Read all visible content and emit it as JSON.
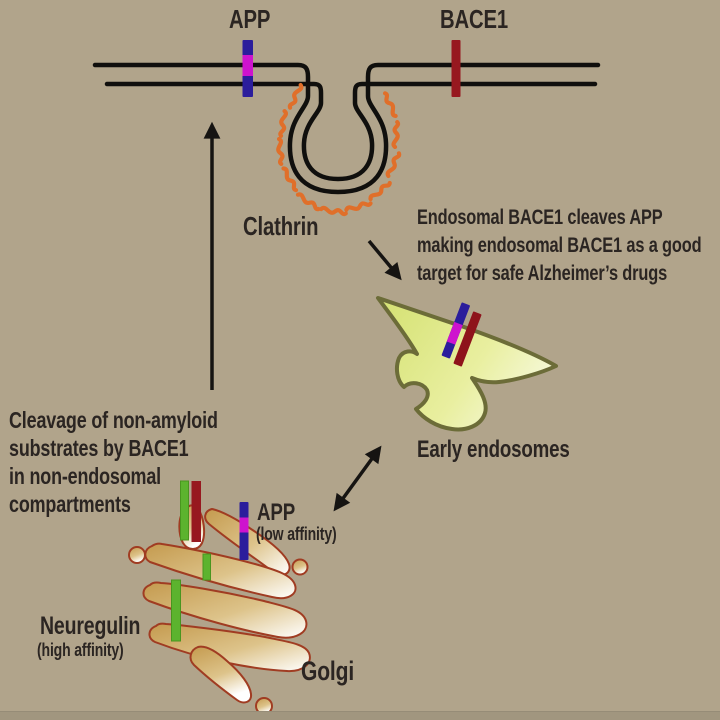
{
  "figure": {
    "description": "Diagram of BACE1 and APP trafficking between plasma membrane, early endosomes and Golgi"
  },
  "colors": {
    "background": "#b1a48b",
    "text": "#2b2522",
    "membrane_line": "#100f0d",
    "clathrin_orange": "#e06f2a",
    "app_blue": "#2b1d9c",
    "app_magenta": "#ce13ce",
    "bace1_dark_red": "#97181f",
    "neuregulin_green": "#5cb32e",
    "endosome_fill": "#d7e378",
    "endosome_outline": "#6c6c38",
    "golgi_fill": "#c49a4e",
    "golgi_outline": "#a03c22"
  },
  "membrane_region": {
    "app_label": "APP",
    "bace1_label": "BACE1",
    "clathrin_label": "Clathrin"
  },
  "notes": {
    "endosomal": {
      "lines": [
        "Endosomal BACE1 cleaves APP",
        "making endosomal BACE1 as a good",
        "target for safe Alzheimer’s drugs"
      ]
    },
    "cleavage": {
      "lines": [
        "Cleavage of non-amyloid",
        "substrates by BACE1",
        "in non-endosomal",
        "compartments"
      ]
    }
  },
  "endosome_region": {
    "label": "Early endosomes"
  },
  "golgi_region": {
    "label": "Golgi",
    "app_label": "APP",
    "app_affinity": "(low affinity)",
    "neuregulin_label": "Neuregulin",
    "neuregulin_affinity": "(high affinity)"
  }
}
